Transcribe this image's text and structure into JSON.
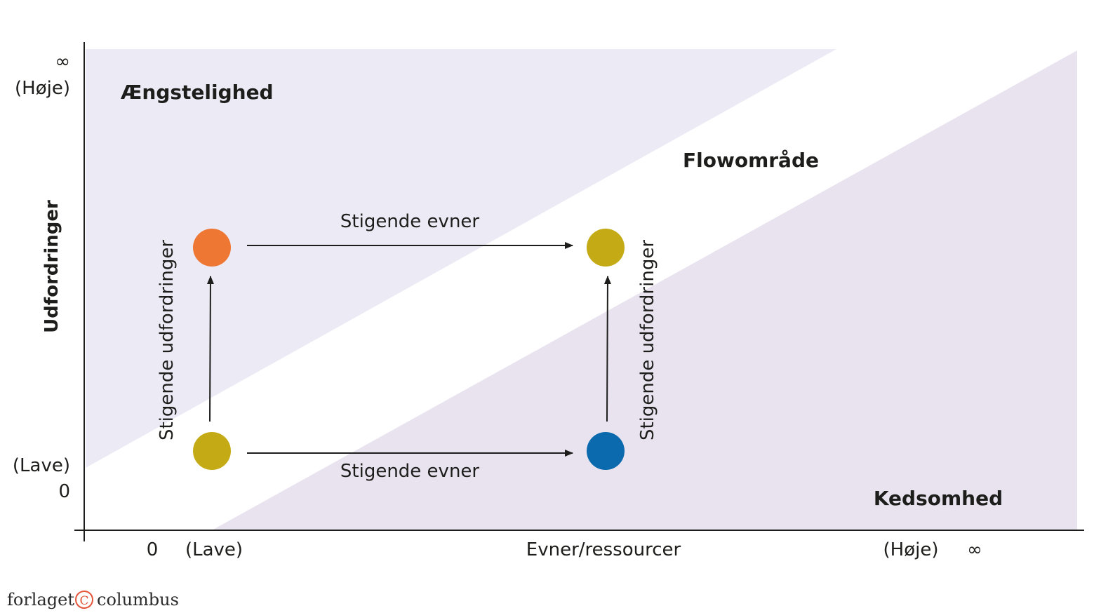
{
  "diagram": {
    "y_axis": {
      "title": "Udfordringer",
      "top_symbol": "∞",
      "top_label": "(Høje)",
      "bottom_label": "(Lave)",
      "bottom_zero": "0"
    },
    "x_axis": {
      "title": "Evner/ressourcer",
      "zero": "0",
      "low_label": "(Lave)",
      "high_label": "(Høje)",
      "end_symbol": "∞"
    },
    "zones": {
      "anxiety": "Ængstelighed",
      "flow": "Flowområde",
      "boredom": "Kedsomhed"
    },
    "arrows": {
      "top_horizontal": "Stigende evner",
      "bottom_horizontal": "Stigende evner",
      "left_vertical": "Stigende udfordringer",
      "right_vertical": "Stigende udfordringer"
    },
    "colors": {
      "anxiety_zone": "#ecebf5",
      "boredom_zone": "#e9e3ef",
      "point_orange": "#ee7733",
      "point_yellow": "#c4aa14",
      "point_blue": "#0a6aad",
      "lines": "#1d1d1b"
    }
  },
  "footer": {
    "publisher_left": "forlaget",
    "publisher_mark": "C",
    "publisher_right": "columbus",
    "mark_color": "#e2553a"
  }
}
